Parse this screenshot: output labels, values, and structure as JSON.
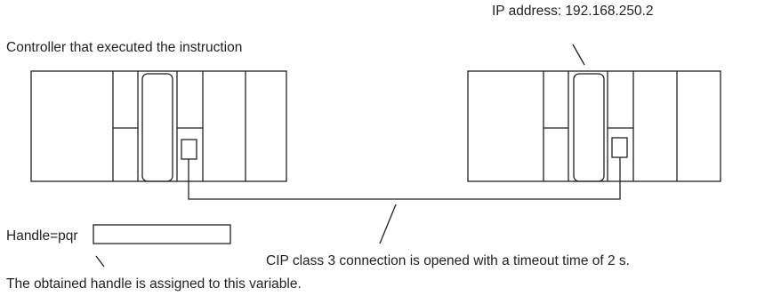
{
  "labels": {
    "controller": "Controller that executed the instruction",
    "ip_address": "IP address: 192.168.250.2",
    "handle": "Handle=pqr",
    "cip_connection": "CIP class 3 connection is opened with a timeout time of 2 s.",
    "handle_assigned": "The obtained handle is assigned to this variable."
  },
  "colors": {
    "line": "#231f20",
    "background": "#ffffff"
  }
}
